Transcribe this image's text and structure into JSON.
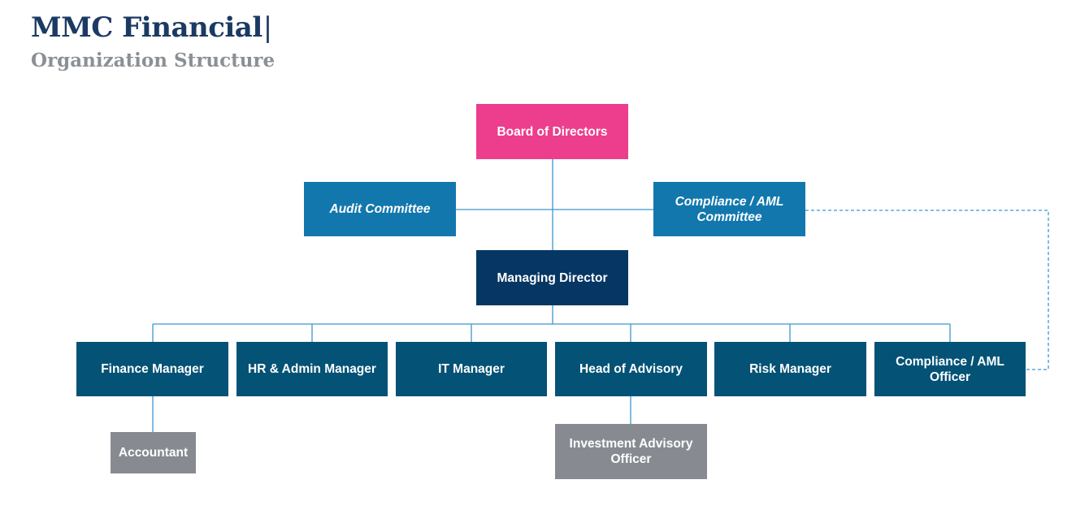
{
  "header": {
    "title": "MMC Financial",
    "cursor": "|",
    "subtitle": "Organization Structure"
  },
  "colors": {
    "board": "#ec3e8c",
    "committee": "#1277ad",
    "managing_director": "#063663",
    "manager": "#045275",
    "staff": "#878b91",
    "connector": "#3a98cf"
  },
  "org_chart": {
    "board": "Board of Directors",
    "committees": {
      "audit": "Audit Committee",
      "compliance": "Compliance / AML\nCommittee"
    },
    "managing_director": "Managing Director",
    "managers": [
      "Finance  Manager",
      "HR & Admin Manager",
      "IT Manager",
      "Head of Advisory",
      "Risk Manager",
      "Compliance / AML\nOfficer"
    ],
    "staff": {
      "accountant": "Accountant",
      "investment_advisory_officer": "Investment Advisory\nOfficer"
    },
    "relations": [
      {
        "from": "Board of Directors",
        "to": "Managing Director",
        "type": "solid"
      },
      {
        "from": "Board of Directors",
        "to": "Audit Committee",
        "type": "solid"
      },
      {
        "from": "Board of Directors",
        "to": "Compliance / AML Committee",
        "type": "solid"
      },
      {
        "from": "Managing Director",
        "to": "Finance  Manager",
        "type": "solid"
      },
      {
        "from": "Managing Director",
        "to": "HR & Admin Manager",
        "type": "solid"
      },
      {
        "from": "Managing Director",
        "to": "IT Manager",
        "type": "solid"
      },
      {
        "from": "Managing Director",
        "to": "Head of Advisory",
        "type": "solid"
      },
      {
        "from": "Managing Director",
        "to": "Risk Manager",
        "type": "solid"
      },
      {
        "from": "Managing Director",
        "to": "Compliance / AML Officer",
        "type": "solid"
      },
      {
        "from": "Finance  Manager",
        "to": "Accountant",
        "type": "solid"
      },
      {
        "from": "Head of Advisory",
        "to": "Investment Advisory Officer",
        "type": "solid"
      },
      {
        "from": "Compliance / AML Committee",
        "to": "Compliance / AML Officer",
        "type": "dashed"
      }
    ]
  }
}
